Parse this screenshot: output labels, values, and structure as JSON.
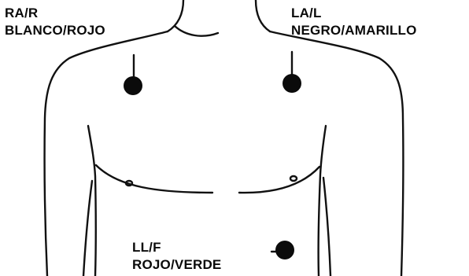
{
  "electrodes": [
    {
      "id": "ra",
      "code": "RA/R",
      "colors": "BLANCO/ROJO"
    },
    {
      "id": "la",
      "code": "LA/L",
      "colors": "NEGRO/AMARILLO"
    },
    {
      "id": "ll",
      "code": "LL/F",
      "colors": "ROJO/VERDE"
    }
  ],
  "style": {
    "ink": "#111111",
    "electrode_fill": "#0b0b0b"
  }
}
